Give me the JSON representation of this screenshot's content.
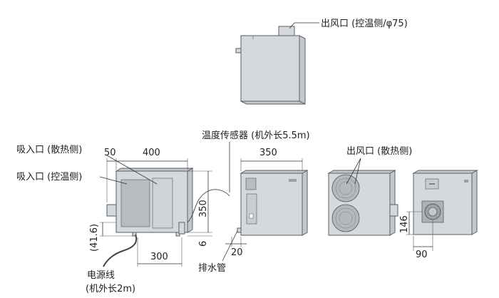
{
  "labels": {
    "outlet_ctrl": "出风口 (控温侧/φ75)",
    "inlet_heat": "吸入口 (散热侧)",
    "inlet_ctrl": "吸入口 (控温侧)",
    "sensor": "温度传感器 (机外长5.5m)",
    "outlet_heat": "出风口 (散热侧)",
    "drain": "排水管",
    "power_line1": "电源线",
    "power_line2": "(机外长2m)"
  },
  "dims": {
    "d50": "50",
    "d400": "400",
    "d350_h": "350",
    "d350_w": "350",
    "d6": "6",
    "d41_6": "(41.6)",
    "d300": "300",
    "d20": "20",
    "d146": "146",
    "d90": "90"
  }
}
